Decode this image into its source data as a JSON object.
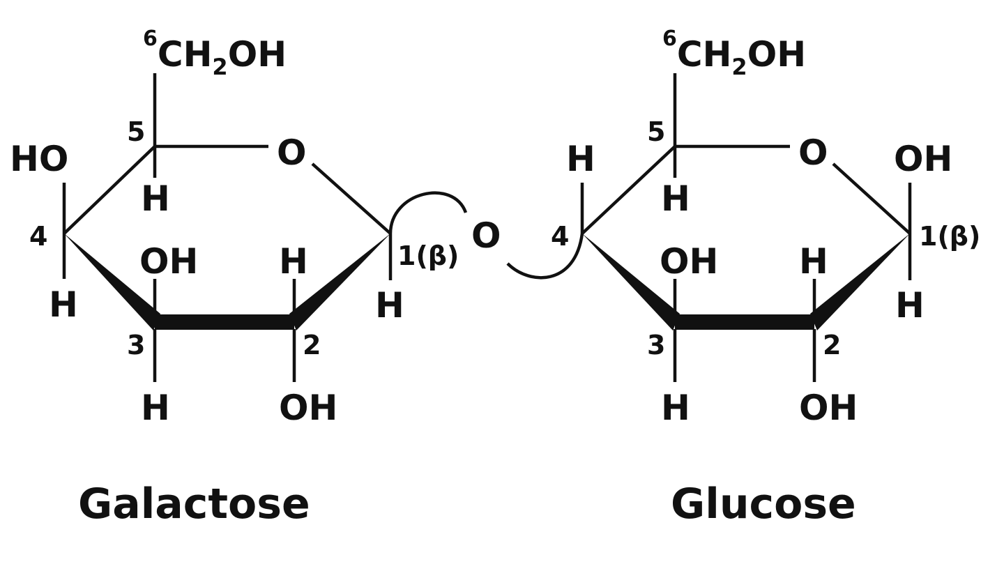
{
  "galactose": {
    "name": "Galactose",
    "c6_group": {
      "sup": "6",
      "pre": "CH",
      "sub": "2",
      "post": "OH"
    },
    "ring_oxygen": "O",
    "c5": {
      "number": "5",
      "h": "H"
    },
    "c4": {
      "number": "4",
      "up": "HO",
      "down": "H"
    },
    "c3": {
      "number": "3",
      "up": "OH",
      "down": "H"
    },
    "c2": {
      "number": "2",
      "up": "H",
      "down": "OH"
    },
    "c1": {
      "number": "1(β)",
      "down": "H"
    }
  },
  "glycosidic_oxygen": "O",
  "glucose": {
    "name": "Glucose",
    "c6_group": {
      "sup": "6",
      "pre": "CH",
      "sub": "2",
      "post": "OH"
    },
    "ring_oxygen": "O",
    "c5": {
      "number": "5",
      "h": "H"
    },
    "c4": {
      "number": "4",
      "up": "H"
    },
    "c3": {
      "number": "3",
      "up": "OH",
      "down": "H"
    },
    "c2": {
      "number": "2",
      "up": "H",
      "down": "OH"
    },
    "c1": {
      "number": "1(β)",
      "up": "OH",
      "down": "H"
    }
  }
}
